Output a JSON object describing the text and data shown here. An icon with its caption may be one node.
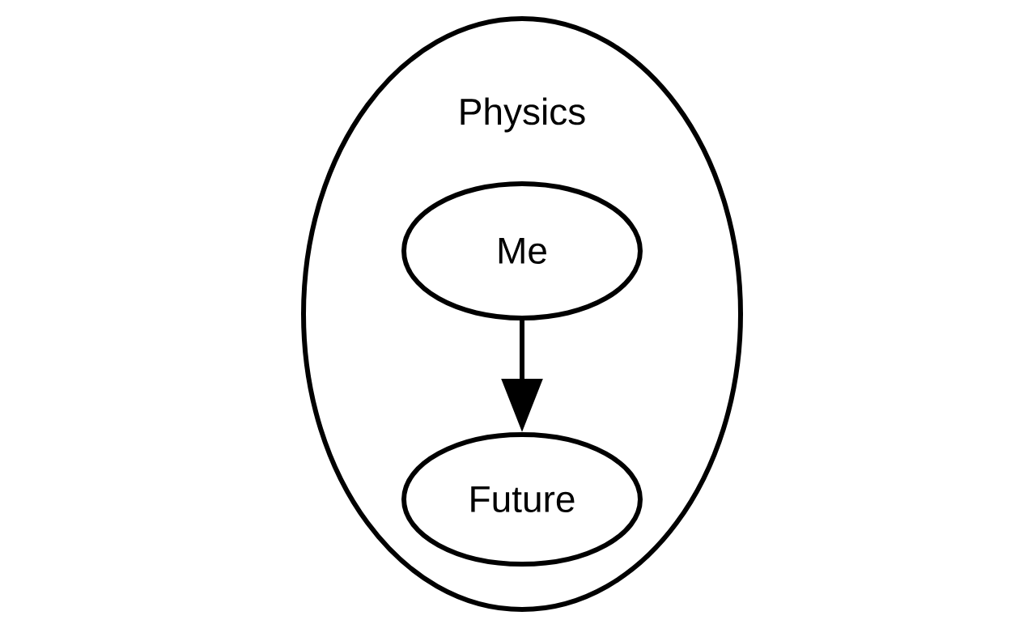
{
  "diagram": {
    "nodes": [
      {
        "text": [
          "Physics"
        ]
      },
      {
        "text": [
          "Me"
        ],
        "in": 0
      },
      {
        "text": [
          "Future"
        ],
        "in": 0
      }
    ],
    "edges": [
      {
        "from": 1,
        "to": 2,
        "arrow": "to"
      }
    ]
  }
}
